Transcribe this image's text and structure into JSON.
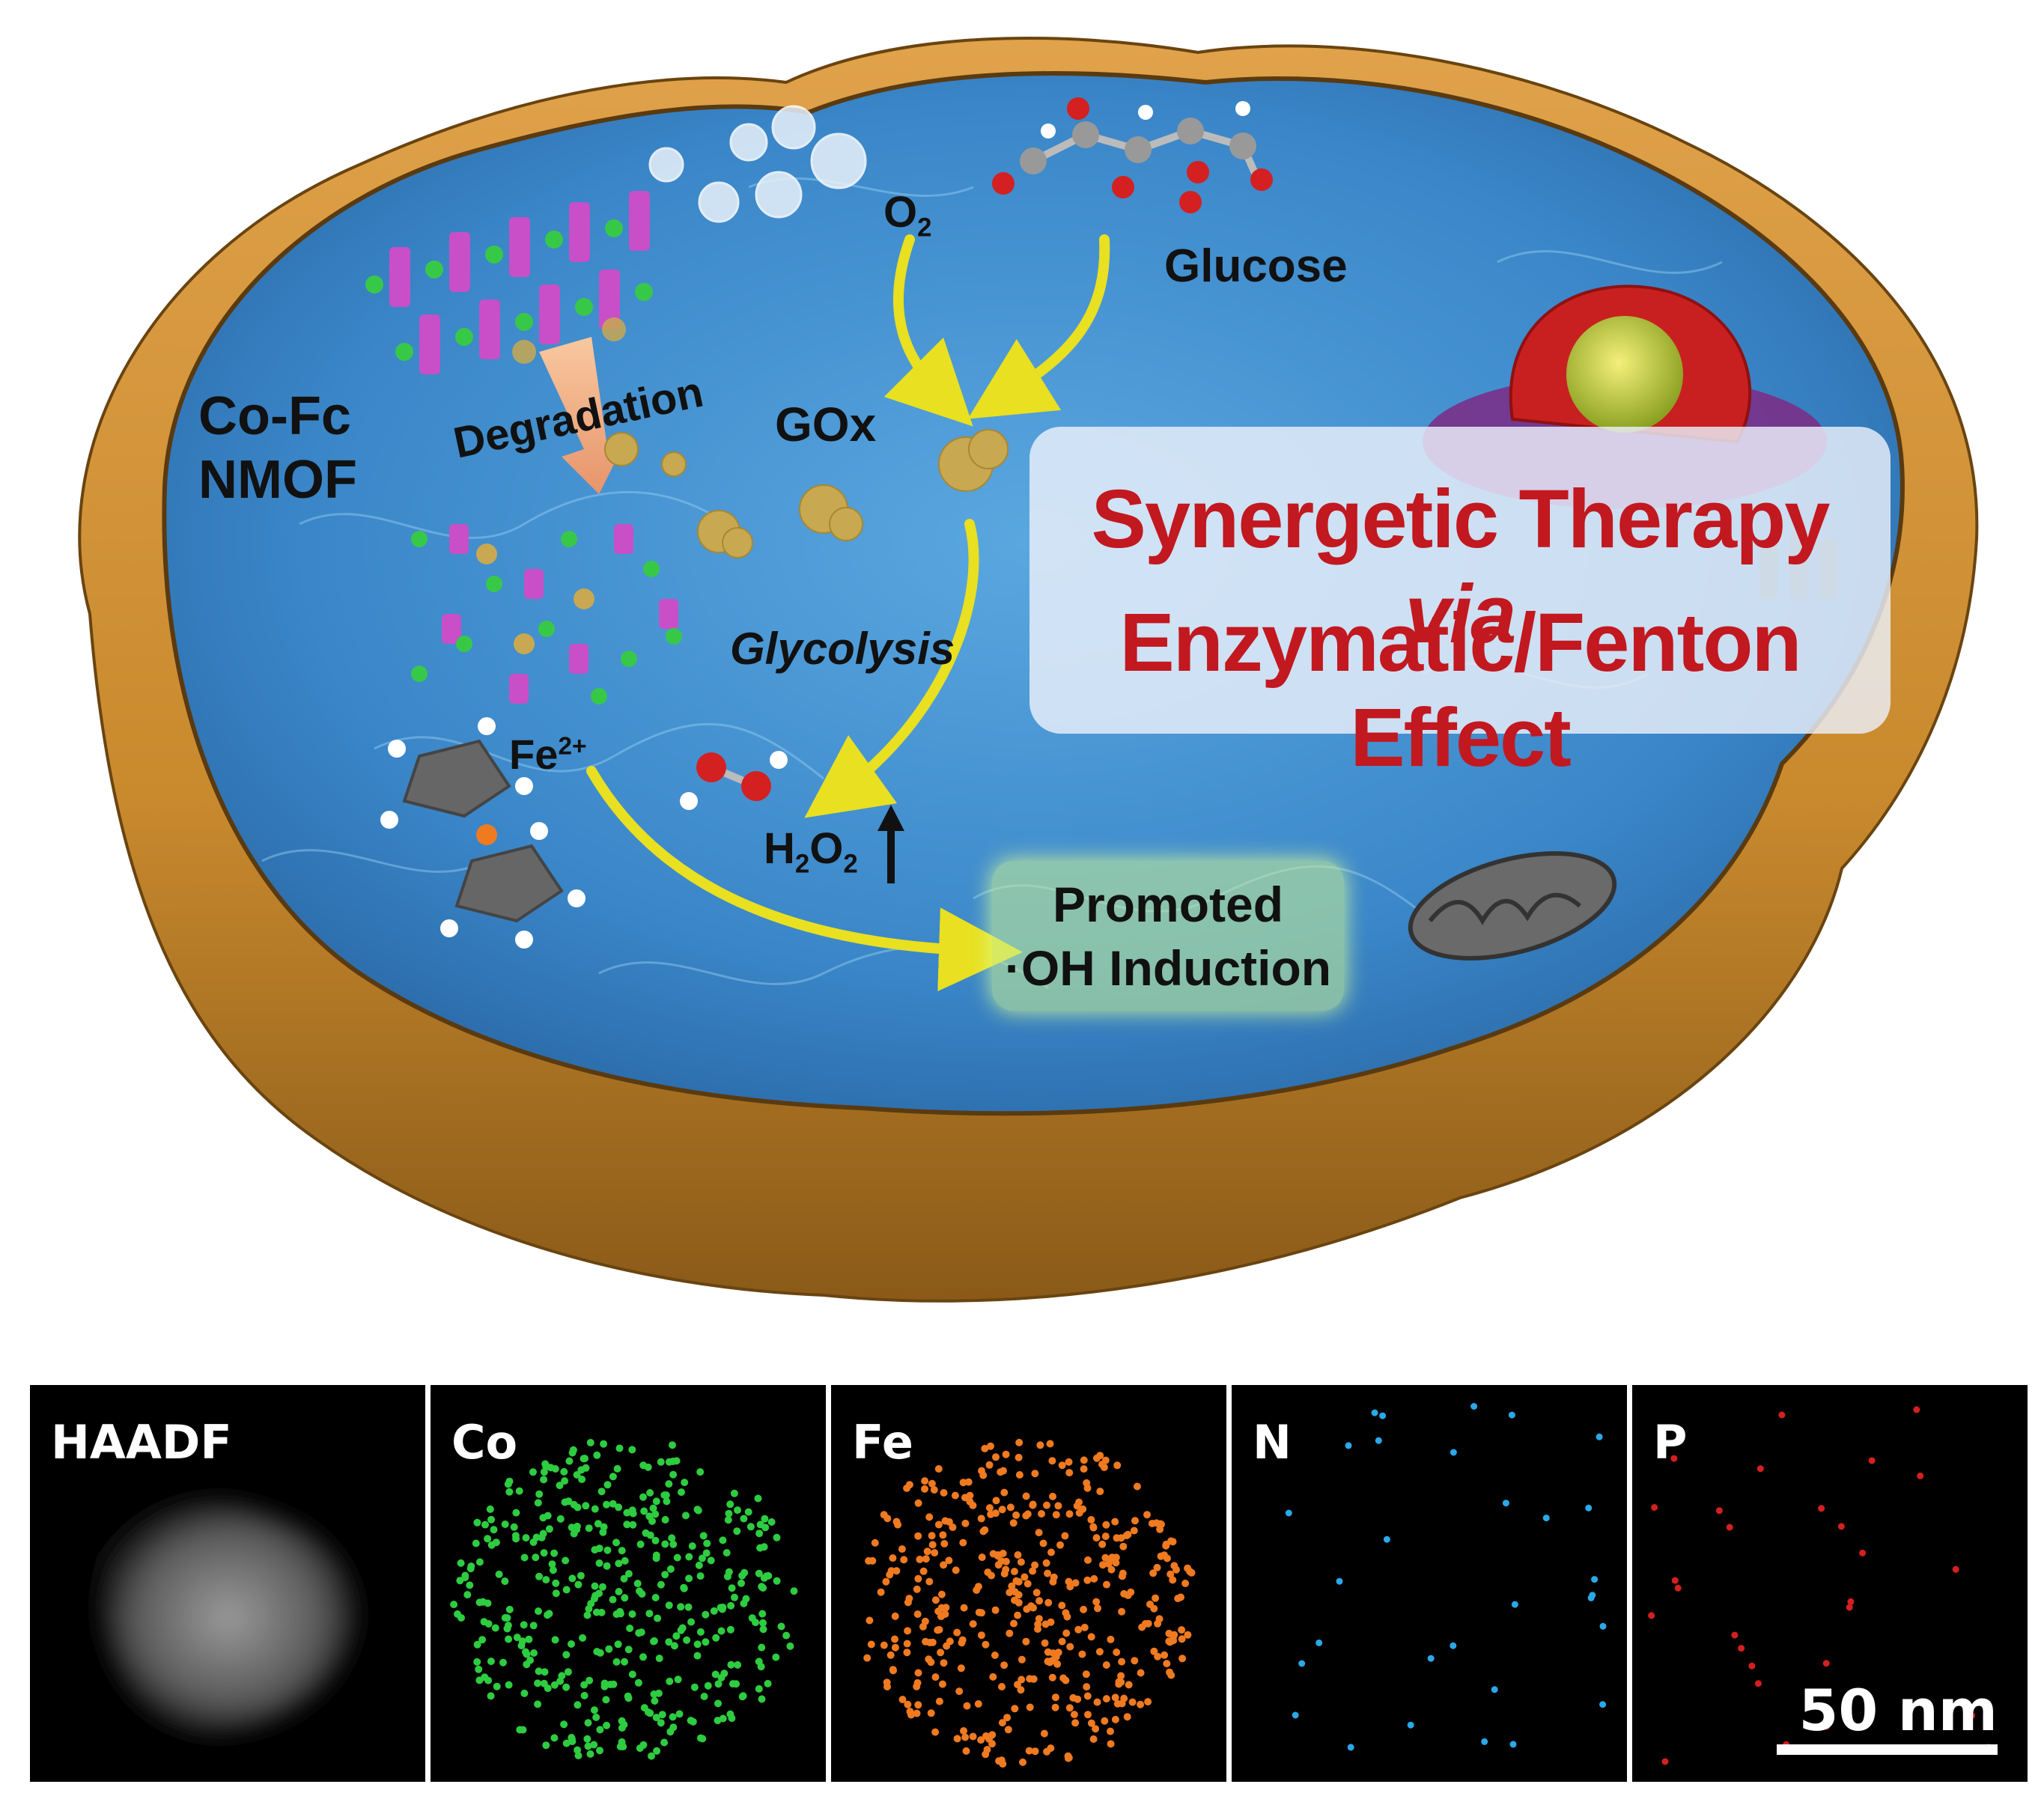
{
  "scheme": {
    "nmof_label_line1": "Co-Fc",
    "nmof_label_line2": "NMOF",
    "degradation": "Degradation",
    "o2_base": "O",
    "o2_sub": "2",
    "glucose": "Glucose",
    "gox": "GOx",
    "glycolysis": "Glycolysis",
    "fe_base": "Fe",
    "fe_sup": "2+",
    "h2o2_h": "H",
    "h2o2_sub1": "2",
    "h2o2_o": "O",
    "h2o2_sub2": "2",
    "title_line1": "Synergetic Therapy ",
    "title_line1_italic": "via",
    "title_line2": "Enzymatic/Fenton Effect",
    "promoted_line1": "Promoted",
    "promoted_line2": "·OH Induction"
  },
  "eds_mapping": {
    "panels": [
      {
        "label": "HAADF",
        "color": "#bdbdbd"
      },
      {
        "label": "Co",
        "color": "#2ecc40"
      },
      {
        "label": "Fe",
        "color": "#f07a20"
      },
      {
        "label": "N",
        "color": "#2aa8e8"
      },
      {
        "label": "P",
        "color": "#d42020"
      }
    ],
    "scale_bar_label": "50 nm"
  },
  "colors": {
    "cell_membrane": "#c98a2e",
    "cytoplasm_water": "#3b8fd0",
    "title_red": "#c2181f",
    "arrow_yellow": "#e8e020"
  }
}
